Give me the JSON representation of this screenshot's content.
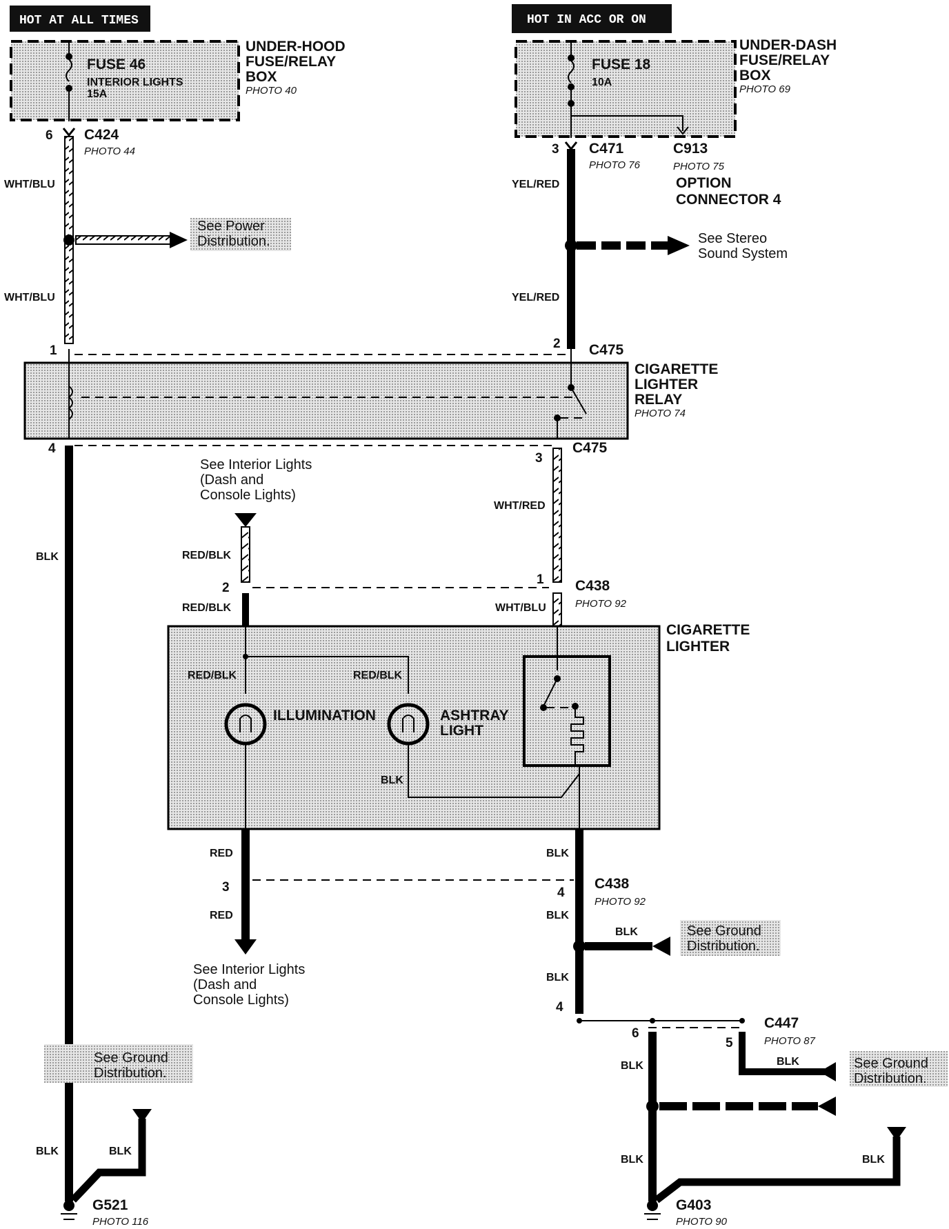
{
  "headers": {
    "left": "HOT AT ALL TIMES",
    "right": "HOT IN ACC OR ON"
  },
  "underhood_box": {
    "title": [
      "UNDER-HOOD",
      "FUSE/RELAY",
      "BOX"
    ],
    "photo": "PHOTO 40",
    "fuse_name": "FUSE 46",
    "fuse_desc": "INTERIOR LIGHTS",
    "fuse_rating": "15A"
  },
  "underdash_box": {
    "title": [
      "UNDER-DASH",
      "FUSE/RELAY",
      "BOX"
    ],
    "photo": "PHOTO 69",
    "fuse_name": "FUSE 18",
    "fuse_rating": "10A"
  },
  "connectors": {
    "c424": {
      "name": "C424",
      "photo": "PHOTO 44",
      "pin": "6"
    },
    "c471": {
      "name": "C471",
      "photo": "PHOTO 76",
      "pin": "3"
    },
    "c913": {
      "name": "C913",
      "photo": "PHOTO 75",
      "desc": [
        "OPTION",
        "CONNECTOR 4"
      ]
    },
    "c475_top": {
      "name": "C475",
      "pin_left": "1",
      "pin_right": "2"
    },
    "c475_bottom": {
      "name": "C475",
      "pin_left": "4",
      "pin_right": "3"
    },
    "c438_top": {
      "name": "C438",
      "photo": "PHOTO 92",
      "pin_left": "2",
      "pin_right": "1"
    },
    "c438_bottom": {
      "name": "C438",
      "photo": "PHOTO 92",
      "pin_left": "3",
      "pin_right": "4"
    },
    "c447": {
      "name": "C447",
      "photo": "PHOTO 87",
      "pin_in": "4",
      "pin_a": "6",
      "pin_b": "5"
    }
  },
  "relay": {
    "title": [
      "CIGARETTE",
      "LIGHTER",
      "RELAY"
    ],
    "photo": "PHOTO 74"
  },
  "lighter": {
    "title": [
      "CIGARETTE",
      "LIGHTER"
    ],
    "illumination": "ILLUMINATION",
    "ashtray": [
      "ASHTRAY",
      "LIGHT"
    ]
  },
  "wires": {
    "wht_blu": "WHT/BLU",
    "yel_red": "YEL/RED",
    "blk": "BLK",
    "red_blk": "RED/BLK",
    "wht_red": "WHT/RED",
    "red": "RED"
  },
  "references": {
    "power_dist": [
      "See Power",
      "Distribution."
    ],
    "stereo": [
      "See Stereo",
      "Sound System"
    ],
    "interior_top": [
      "See Interior Lights",
      "(Dash and",
      "Console Lights)"
    ],
    "interior_bottom": [
      "See Interior Lights",
      "(Dash and",
      "Console Lights)"
    ],
    "ground_dist": [
      "See Ground",
      "Distribution."
    ]
  },
  "grounds": {
    "g521": {
      "name": "G521",
      "photo": "PHOTO 116"
    },
    "g403": {
      "name": "G403",
      "photo": "PHOTO 90"
    }
  }
}
